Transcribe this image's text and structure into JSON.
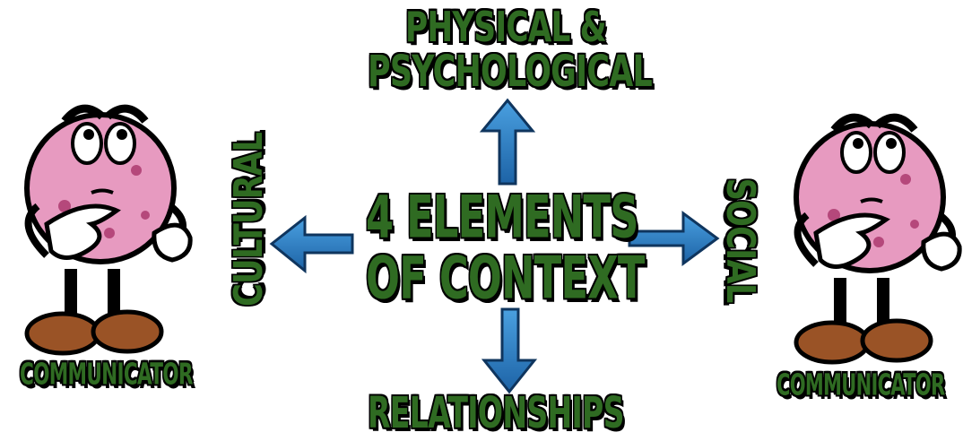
{
  "diagram": {
    "center_line1": "4 ELEMENTS",
    "center_line2": "OF CONTEXT",
    "top_line1": "PHYSICAL &",
    "top_line2": "PSYCHOLOGICAL",
    "bottom": "RELATIONSHIPS",
    "left": "CULTURAL",
    "right": "SOCIAL",
    "left_caption": "COMMUNICATOR",
    "right_caption": "COMMUNICATOR"
  },
  "colors": {
    "label_green": "#2f6b22",
    "arrow_blue": "#2d7fc1",
    "character_pink": "#e79ac0",
    "shoe_brown": "#9a5326"
  }
}
